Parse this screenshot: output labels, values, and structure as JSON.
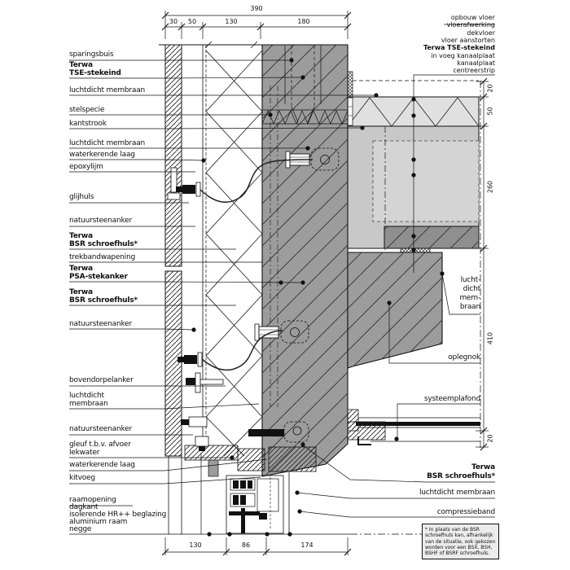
{
  "labels": {
    "left": [
      {
        "text": "sparingsbuis"
      },
      {
        "text": "Terwa\nTSE-stekeind"
      },
      {
        "text": "luchtdicht membraan"
      },
      {
        "text": "stelspecie"
      },
      {
        "text": "kantstrook"
      },
      {
        "text": "luchtdicht membraan"
      },
      {
        "text": "waterkerende laag"
      },
      {
        "text": "epoxylijm"
      },
      {
        "text": "glijhuls"
      },
      {
        "text": "natuursteenanker"
      },
      {
        "text": "Terwa\nBSR schroefhuls*"
      },
      {
        "text": "trekbandwapening"
      },
      {
        "text": "Terwa\nPSA-stekanker"
      },
      {
        "text": "Terwa\nBSR schroefhuls*"
      },
      {
        "text": "natuursteenanker"
      },
      {
        "text": "bovendorpelanker"
      },
      {
        "text": "luchtdicht\nmembraan"
      },
      {
        "text": "natuursteenanker"
      },
      {
        "text": "gleuf t.b.v. afvoer\nlekwater"
      },
      {
        "text": "waterkerende laag"
      },
      {
        "text": "kitvoeg"
      },
      {
        "text": "raamopening"
      },
      {
        "text": "dagkant"
      },
      {
        "text": "isolerende HR++ beglazing"
      },
      {
        "text": "aluminium raam"
      },
      {
        "text": "negge"
      }
    ],
    "right_top": [
      {
        "text": "opbouw vloer"
      },
      {
        "text": "vloerafwerking"
      },
      {
        "text": "dekvloer"
      },
      {
        "text": "vloer aanstorten"
      },
      {
        "text": "Terwa TSE-stekeind"
      },
      {
        "text": "in voeg kanaalplaat"
      },
      {
        "text": "kanaalplaat"
      },
      {
        "text": "centreerstrip"
      }
    ],
    "right_side": [
      {
        "text": "lucht-\ndicht\nmem-\nbraan"
      },
      {
        "text": "oplegnok"
      },
      {
        "text": "systeemplafond"
      },
      {
        "text": "Terwa\nBSR schroefhuls*"
      },
      {
        "text": "luchtdicht membraan"
      },
      {
        "text": "compressieband"
      }
    ]
  },
  "dimensions": {
    "top_total": "390",
    "top_segments": [
      "30",
      "50",
      "130",
      "180"
    ],
    "bottom_segments": [
      "130",
      "86",
      "174"
    ],
    "right_segments": [
      "20",
      "50",
      "260",
      "410",
      "20"
    ]
  },
  "footnote": "* In plaats van de BSR schroefhuls kan, afhankelijk van de situatie, ook gekozen worden voor een BSX, BSH, BSHF of BSRF schroefhuls.",
  "colors": {
    "wall": "#9c9c9c",
    "kanaalplaat": "#c8c8c8",
    "dekvloer": "#e0e0e0",
    "oplegnok": "#8f8f8f",
    "line": "#111111",
    "footnote_bg": "#ececec"
  }
}
